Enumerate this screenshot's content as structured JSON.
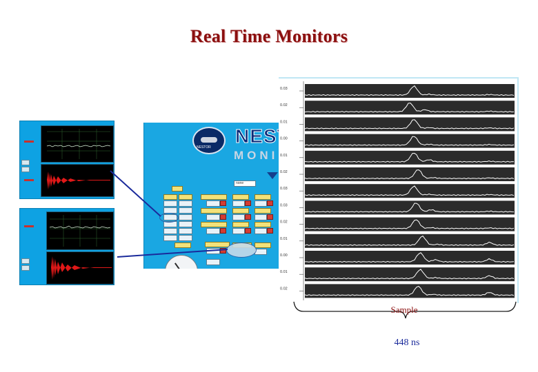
{
  "slide": {
    "title": "Real Time Monitors"
  },
  "monitor_panel": {
    "logo_text": "NESTOR",
    "brand": "NEST",
    "subtitle": "MONI",
    "selector_label": "none",
    "accent_color": "#1aa7e2",
    "field_color": "#f3e27a",
    "button_color": "#d33d33"
  },
  "waveforms": {
    "trace_count": 13,
    "tick_labels": [
      "0.03",
      "0.02",
      "0.01",
      "0.00",
      "0.01",
      "0.02",
      "0.03"
    ],
    "background": "#2b2b2b",
    "trace_color": "#ffffff"
  },
  "annotations": {
    "sample_label": "Sample",
    "duration_label": "448 ns"
  }
}
